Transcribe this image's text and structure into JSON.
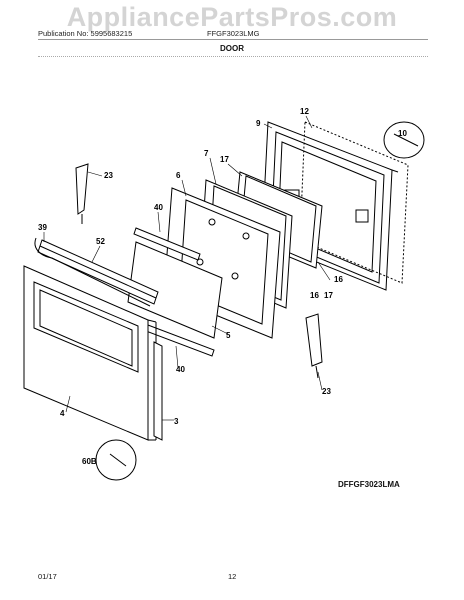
{
  "watermark": "AppliancePartsPros.com",
  "header": {
    "publication": "Publication No: 5995683215",
    "model": "FFGF3023LMG"
  },
  "section_title": "DOOR",
  "diagram_code": "DFFGF3023LMA",
  "footer": {
    "date": "01/17",
    "page": "12"
  },
  "callouts": [
    "12",
    "9",
    "10",
    "7",
    "17",
    "6",
    "23",
    "40",
    "39",
    "52",
    "16",
    "16",
    "17",
    "5",
    "40",
    "23",
    "4",
    "3",
    "60B"
  ]
}
